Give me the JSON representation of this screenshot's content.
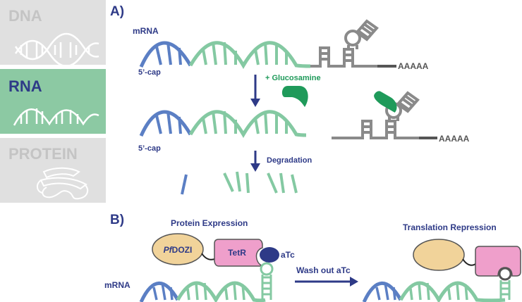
{
  "sidebar": {
    "items": [
      {
        "label": "DNA",
        "active": false
      },
      {
        "label": "RNA",
        "active": true
      },
      {
        "label": "PROTEIN",
        "active": false
      }
    ]
  },
  "panel_a": {
    "letter": "A)",
    "mrna_label": "mRNA",
    "cap_label_top": "5’-cap",
    "cap_label_bottom": "5’-cap",
    "polya_top": "AAAAA",
    "polya_bottom": "AAAAA",
    "glucosamine_label": "+ Glucosamine",
    "degradation_label": "Degradation"
  },
  "panel_b": {
    "letter": "B)",
    "protein_expression_title": "Protein Expression",
    "translation_repression_title": "Translation Repression",
    "dozi_label_prefix": "Pf",
    "dozi_label_suffix": "DOZI",
    "tetr_label": "TetR",
    "atc_label": "aTc",
    "mrna_label": "mRNA",
    "wash_label": "Wash out aTc"
  },
  "colors": {
    "sidebar_inactive": "#e0e0e0",
    "sidebar_active": "#8cc9a3",
    "text_inactive": "#c4c4c4",
    "navy": "#2e3a87",
    "blue_strand": "#5b7fc4",
    "green_strand": "#84c9a2",
    "green_text": "#1f9a5a",
    "glucosamine": "#1f9a5a",
    "grey_structure": "#8a8a8a",
    "dozi_fill": "#f1d39a",
    "tetr_fill": "#ef9fcb"
  }
}
